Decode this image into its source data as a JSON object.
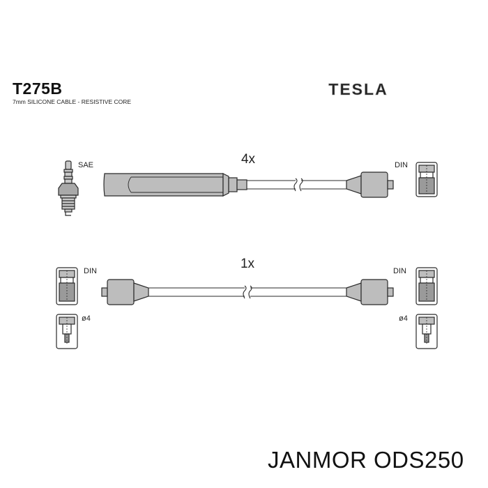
{
  "header": {
    "part_code": "T275B",
    "description": "7mm SILICONE CABLE - RESISTIVE CORE",
    "brand": "TESLA"
  },
  "set_top": {
    "quantity": "4x",
    "left_label": "SAE",
    "right_label": "DIN"
  },
  "set_bottom": {
    "quantity": "1x",
    "left_label": "DIN",
    "right_label": "DIN",
    "left_alt_label": "ø4",
    "right_alt_label": "ø4"
  },
  "footer": {
    "text": "JANMOR ODS250"
  },
  "colors": {
    "cable_fill": "#bdbdbd",
    "outline": "#2a2a2a",
    "brand_gray": "#9a9a9a"
  }
}
